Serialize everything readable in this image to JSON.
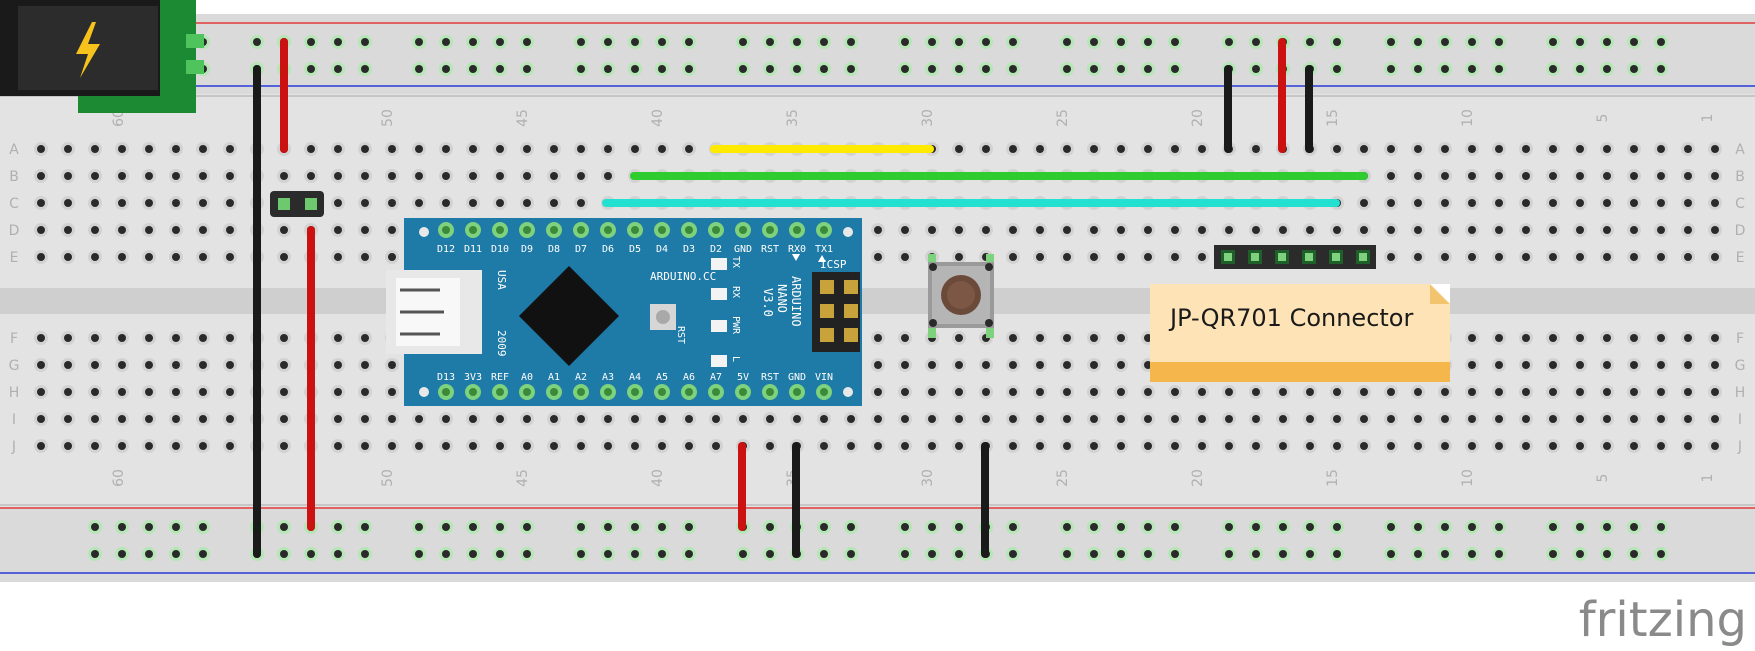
{
  "note": {
    "text": "JP-QR701 Connector"
  },
  "watermark": "fritzing",
  "column_labels": [
    "60",
    "50",
    "45",
    "40",
    "35",
    "30",
    "25",
    "20",
    "15",
    "10",
    "5",
    "1"
  ],
  "row_labels_top": [
    "A",
    "B",
    "C",
    "D",
    "E"
  ],
  "row_labels_bottom": [
    "F",
    "G",
    "H",
    "I",
    "J"
  ],
  "arduino": {
    "top_pins": [
      "D12",
      "D11",
      "D10",
      "D9",
      "D8",
      "D7",
      "D6",
      "D5",
      "D4",
      "D3",
      "D2",
      "GND",
      "RST",
      "RX0",
      "TX1"
    ],
    "bottom_pins": [
      "D13",
      "3V3",
      "REF",
      "A0",
      "A1",
      "A2",
      "A3",
      "A4",
      "A5",
      "A6",
      "A7",
      "5V",
      "RST",
      "GND",
      "VIN"
    ],
    "brand": "ARDUINO.CC",
    "model_lines": [
      "ARDUINO",
      "NANO",
      "V3.0"
    ],
    "icsp": "ICSP",
    "leds": [
      "TX",
      "RX",
      "PWR",
      "L"
    ],
    "rst_label": "RST",
    "usa": "USA",
    "year": "2009"
  },
  "colors": {
    "board": "#dcdcdc",
    "rail_red": "#e33b3b",
    "rail_blue": "#2b3bd6",
    "arduino": "#1e7aa6",
    "wire_red": "#cc1111",
    "wire_black": "#1a1a1a",
    "wire_yellow": "#ffea00",
    "wire_green": "#2ecc2e",
    "wire_cyan": "#24e0d0"
  }
}
